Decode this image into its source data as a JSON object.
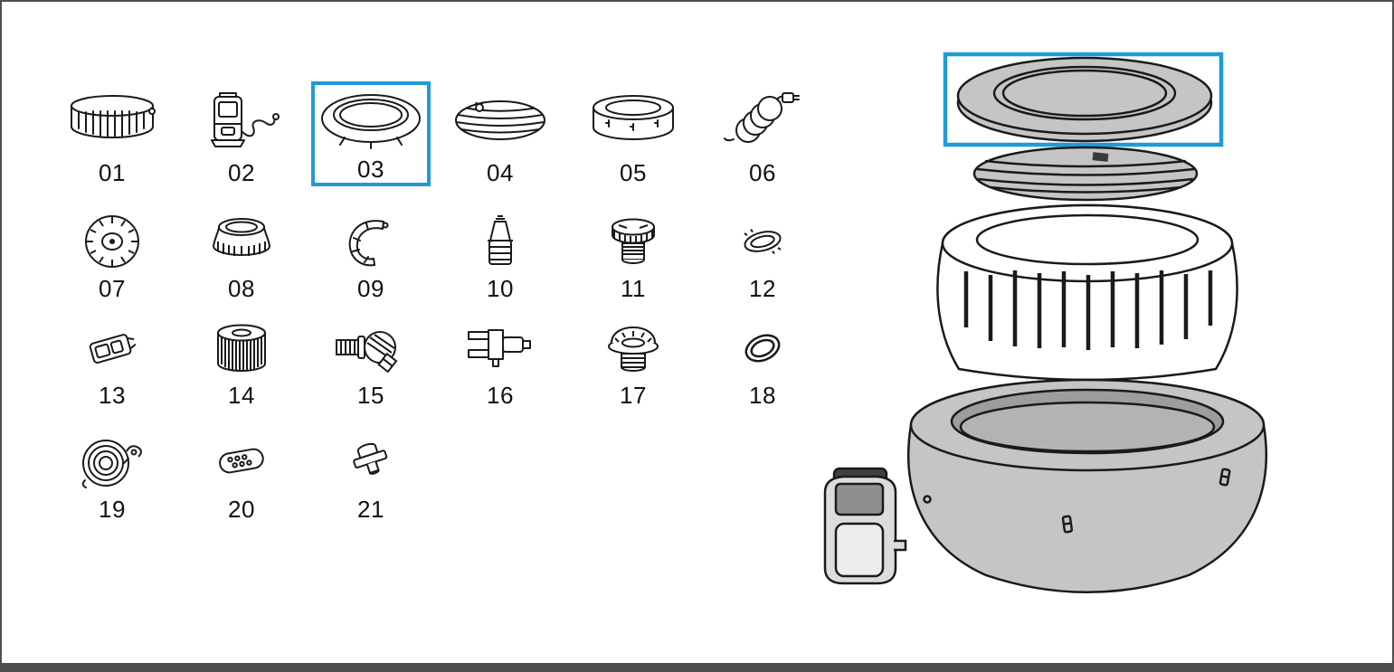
{
  "page": {
    "background": "#ffffff",
    "border_color": "#4f4f4f",
    "highlight_color": "#1f9bd7",
    "line_color": "#1a1a1a",
    "fill_gray": "#c5c5c5"
  },
  "parts": [
    {
      "number": "01",
      "icon": "inflatable-lid-bag-icon",
      "highlighted": false
    },
    {
      "number": "02",
      "icon": "pump-unit-icon",
      "highlighted": false
    },
    {
      "number": "03",
      "icon": "lid-cover-icon",
      "highlighted": true
    },
    {
      "number": "04",
      "icon": "inflatable-bladder-icon",
      "highlighted": false
    },
    {
      "number": "05",
      "icon": "tub-ring-icon",
      "highlighted": false
    },
    {
      "number": "06",
      "icon": "power-cord-icon",
      "highlighted": false
    },
    {
      "number": "07",
      "icon": "filter-cap-icon",
      "highlighted": false
    },
    {
      "number": "08",
      "icon": "threaded-collar-icon",
      "highlighted": false
    },
    {
      "number": "09",
      "icon": "clamp-icon",
      "highlighted": false
    },
    {
      "number": "10",
      "icon": "air-valve-icon",
      "highlighted": false
    },
    {
      "number": "11",
      "icon": "threaded-fitting-icon",
      "highlighted": false
    },
    {
      "number": "12",
      "icon": "ribbed-ring-icon",
      "highlighted": false
    },
    {
      "number": "13",
      "icon": "buckle-clip-icon",
      "highlighted": false
    },
    {
      "number": "14",
      "icon": "filter-cartridge-icon",
      "highlighted": false
    },
    {
      "number": "15",
      "icon": "elbow-strainer-icon",
      "highlighted": false
    },
    {
      "number": "16",
      "icon": "wrench-tool-icon",
      "highlighted": false
    },
    {
      "number": "17",
      "icon": "jet-fitting-icon",
      "highlighted": false
    },
    {
      "number": "18",
      "icon": "o-ring-icon",
      "highlighted": false
    },
    {
      "number": "19",
      "icon": "coiled-strap-icon",
      "highlighted": false
    },
    {
      "number": "20",
      "icon": "remote-control-icon",
      "highlighted": false
    },
    {
      "number": "21",
      "icon": "drain-valve-icon",
      "highlighted": false
    }
  ],
  "exploded_view": {
    "highlighted_part_number": "03",
    "components": [
      {
        "name": "spa-cover-lid",
        "highlighted": true
      },
      {
        "name": "spa-inflatable-bladder",
        "highlighted": false
      },
      {
        "name": "spa-tub-ring",
        "highlighted": false
      },
      {
        "name": "spa-tub-base",
        "highlighted": false
      },
      {
        "name": "spa-pump-unit",
        "highlighted": false
      }
    ]
  }
}
